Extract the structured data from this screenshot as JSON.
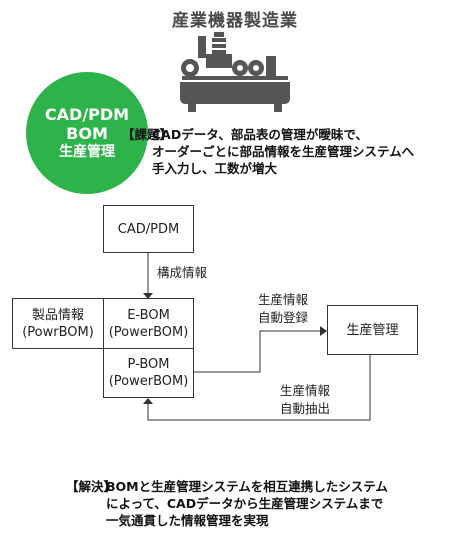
{
  "title": "産業機器製造業",
  "badge": {
    "line1": "CAD/PDM",
    "line2": "BOM",
    "line3": "生産管理",
    "color": "#2eb34b"
  },
  "issue": {
    "label": "【課題】",
    "lines": [
      "CADデータ、部品表の管理が曖昧で、",
      "オーダーごとに部品情報を生産管理システムへ",
      "手入力し、工数が増大"
    ]
  },
  "diagram": {
    "cad_pdm": "CAD/PDM",
    "arrow_label": "構成情報",
    "product_info": {
      "line1": "製品情報",
      "line2": "(PowrBOM)"
    },
    "ebom": {
      "line1": "E-BOM",
      "line2": "(PowerBOM)"
    },
    "pbom": {
      "line1": "P-BOM",
      "line2": "(PowerBOM)"
    },
    "production_mgmt": "生産管理",
    "register_label": {
      "line1": "生産情報",
      "line2": "自動登録"
    },
    "extract_label": {
      "line1": "生産情報",
      "line2": "自動抽出"
    }
  },
  "solution": {
    "label": "【解決】",
    "lines": [
      "BOMと生産管理システムを相互連携したシステム",
      "によって、CADデータから生産管理システムまで",
      "一気通貫した情報管理を実現"
    ]
  }
}
